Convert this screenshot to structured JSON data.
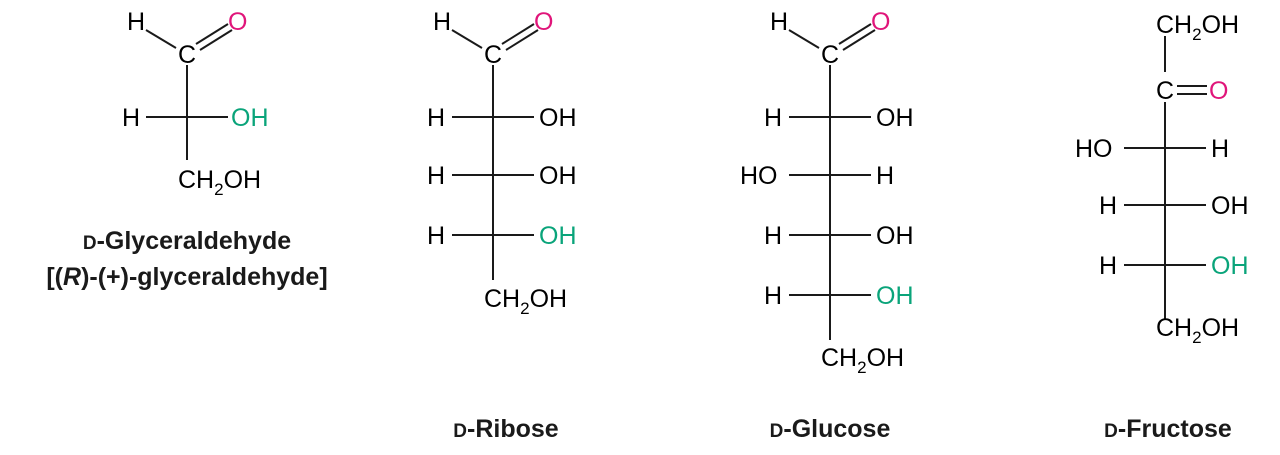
{
  "colors": {
    "text": "#1a1a1a",
    "carbonyl_o": "#e0157a",
    "config_oh": "#0aa47a",
    "bond": "#1a1a1a"
  },
  "molecules": [
    {
      "id": "glyceraldehyde",
      "name_prefix": "D",
      "name": "-Glyceraldehyde",
      "name_line2_a": "[(",
      "name_line2_r": "R",
      "name_line2_b": ")-(+)-glyceraldehyde]",
      "top": {
        "h": "H",
        "c": "C",
        "o": "O"
      },
      "rows": [
        {
          "left": "H",
          "right": "OH",
          "right_color": "config_oh"
        }
      ],
      "bottom": {
        "ch": "CH",
        "sub": "2",
        "oh": "OH"
      }
    },
    {
      "id": "ribose",
      "name_prefix": "D",
      "name": "-Ribose",
      "top": {
        "h": "H",
        "c": "C",
        "o": "O"
      },
      "rows": [
        {
          "left": "H",
          "right": "OH"
        },
        {
          "left": "H",
          "right": "OH"
        },
        {
          "left": "H",
          "right": "OH",
          "right_color": "config_oh"
        }
      ],
      "bottom": {
        "ch": "CH",
        "sub": "2",
        "oh": "OH"
      }
    },
    {
      "id": "glucose",
      "name_prefix": "D",
      "name": "-Glucose",
      "top": {
        "h": "H",
        "c": "C",
        "o": "O"
      },
      "rows": [
        {
          "left": "H",
          "right": "OH"
        },
        {
          "left": "HO",
          "right": "H"
        },
        {
          "left": "H",
          "right": "OH"
        },
        {
          "left": "H",
          "right": "OH",
          "right_color": "config_oh"
        }
      ],
      "bottom": {
        "ch": "CH",
        "sub": "2",
        "oh": "OH"
      }
    },
    {
      "id": "fructose",
      "name_prefix": "D",
      "name": "-Fructose",
      "top_group": {
        "ch": "CH",
        "sub": "2",
        "oh": "OH"
      },
      "ketone": {
        "c": "C",
        "o": "O"
      },
      "rows": [
        {
          "left": "HO",
          "right": "H"
        },
        {
          "left": "H",
          "right": "OH"
        },
        {
          "left": "H",
          "right": "OH",
          "right_color": "config_oh"
        }
      ],
      "bottom": {
        "ch": "CH",
        "sub": "2",
        "oh": "OH"
      }
    }
  ]
}
